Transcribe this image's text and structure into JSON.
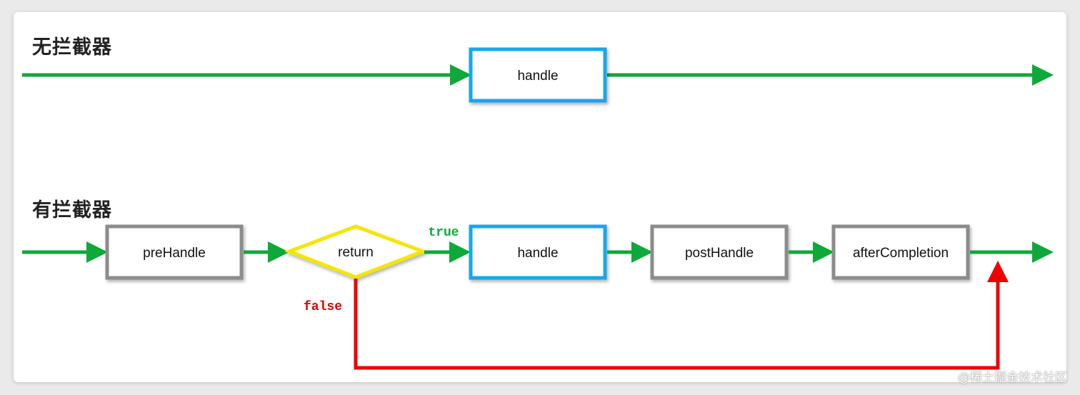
{
  "sections": {
    "without": {
      "title": "无拦截器",
      "handle_label": "handle"
    },
    "with": {
      "title": "有拦截器",
      "prehandle_label": "preHandle",
      "return_label": "return",
      "handle_label": "handle",
      "posthandle_label": "postHandle",
      "aftercompletion_label": "afterCompletion",
      "true_label": "true",
      "false_label": "false"
    }
  },
  "watermark": "@稀土掘金技术社区",
  "colors": {
    "flow": "#0fa83a",
    "false_path": "#ee0000",
    "handle_border": "#19a7f0",
    "interceptor_border": "#8c8c8c",
    "decision_border": "#f4e600",
    "true_text": "#0fa83a",
    "false_text": "#e00000"
  }
}
